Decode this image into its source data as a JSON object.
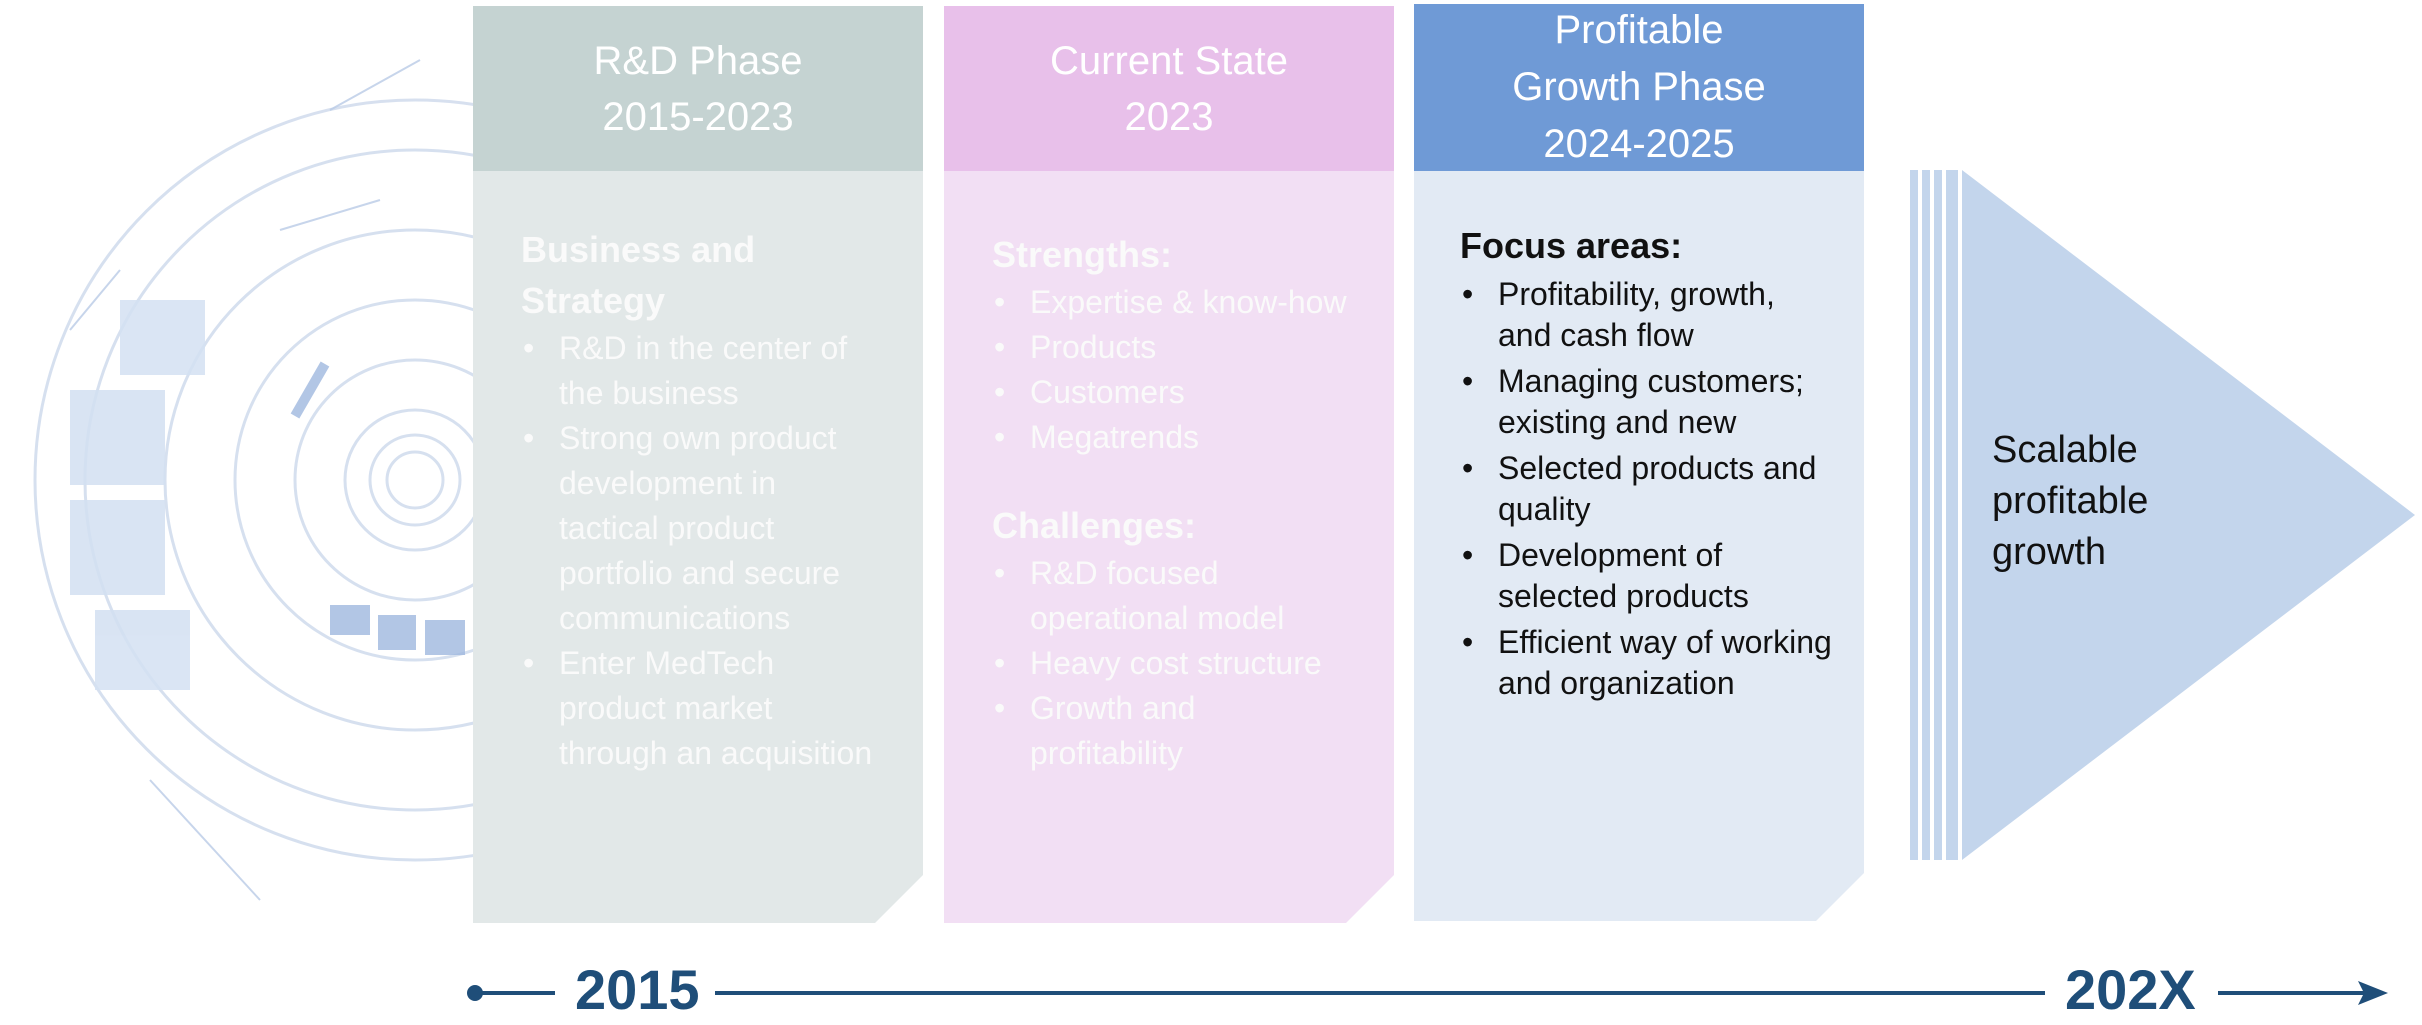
{
  "phases": [
    {
      "title_line1": "R&D Phase",
      "title_line2": "2015-2023",
      "section_title_line1": "Business and",
      "section_title_line2": "Strategy",
      "items": [
        "R&D in the center of the business",
        "Strong own product development in tactical product portfolio and secure communications",
        "Enter MedTech product market through an acquisition"
      ]
    },
    {
      "title_line1": "Current State",
      "title_line2": "2023",
      "strengths_title": "Strengths:",
      "strengths": [
        "Expertise & know-how",
        "Products",
        "Customers",
        "Megatrends"
      ],
      "challenges_title": "Challenges:",
      "challenges": [
        "R&D focused operational model",
        "Heavy cost structure",
        "Growth and profitability"
      ]
    },
    {
      "title_line1": "Profitable",
      "title_line2": "Growth Phase",
      "title_line3": "2024-2025",
      "section_title": "Focus areas:",
      "items": [
        "Profitability, growth, and cash flow",
        "Managing customers; existing and new",
        "Selected products and quality",
        "Development of selected products",
        "Efficient way of working and organization"
      ]
    }
  ],
  "outcome": {
    "line1": "Scalable",
    "line2": "profitable",
    "line3": "growth"
  },
  "timeline": {
    "start": "2015",
    "end": "202X"
  },
  "colors": {
    "phase1_header": "#c5d3d2",
    "phase1_body": "#e2e8e8",
    "phase2_header": "#e8c0ea",
    "phase2_body": "#f2dff4",
    "phase3_header": "#6f9ad6",
    "phase3_body": "#e2eaf4",
    "arrow": "#c3d5ec",
    "timeline": "#1f4e79"
  }
}
